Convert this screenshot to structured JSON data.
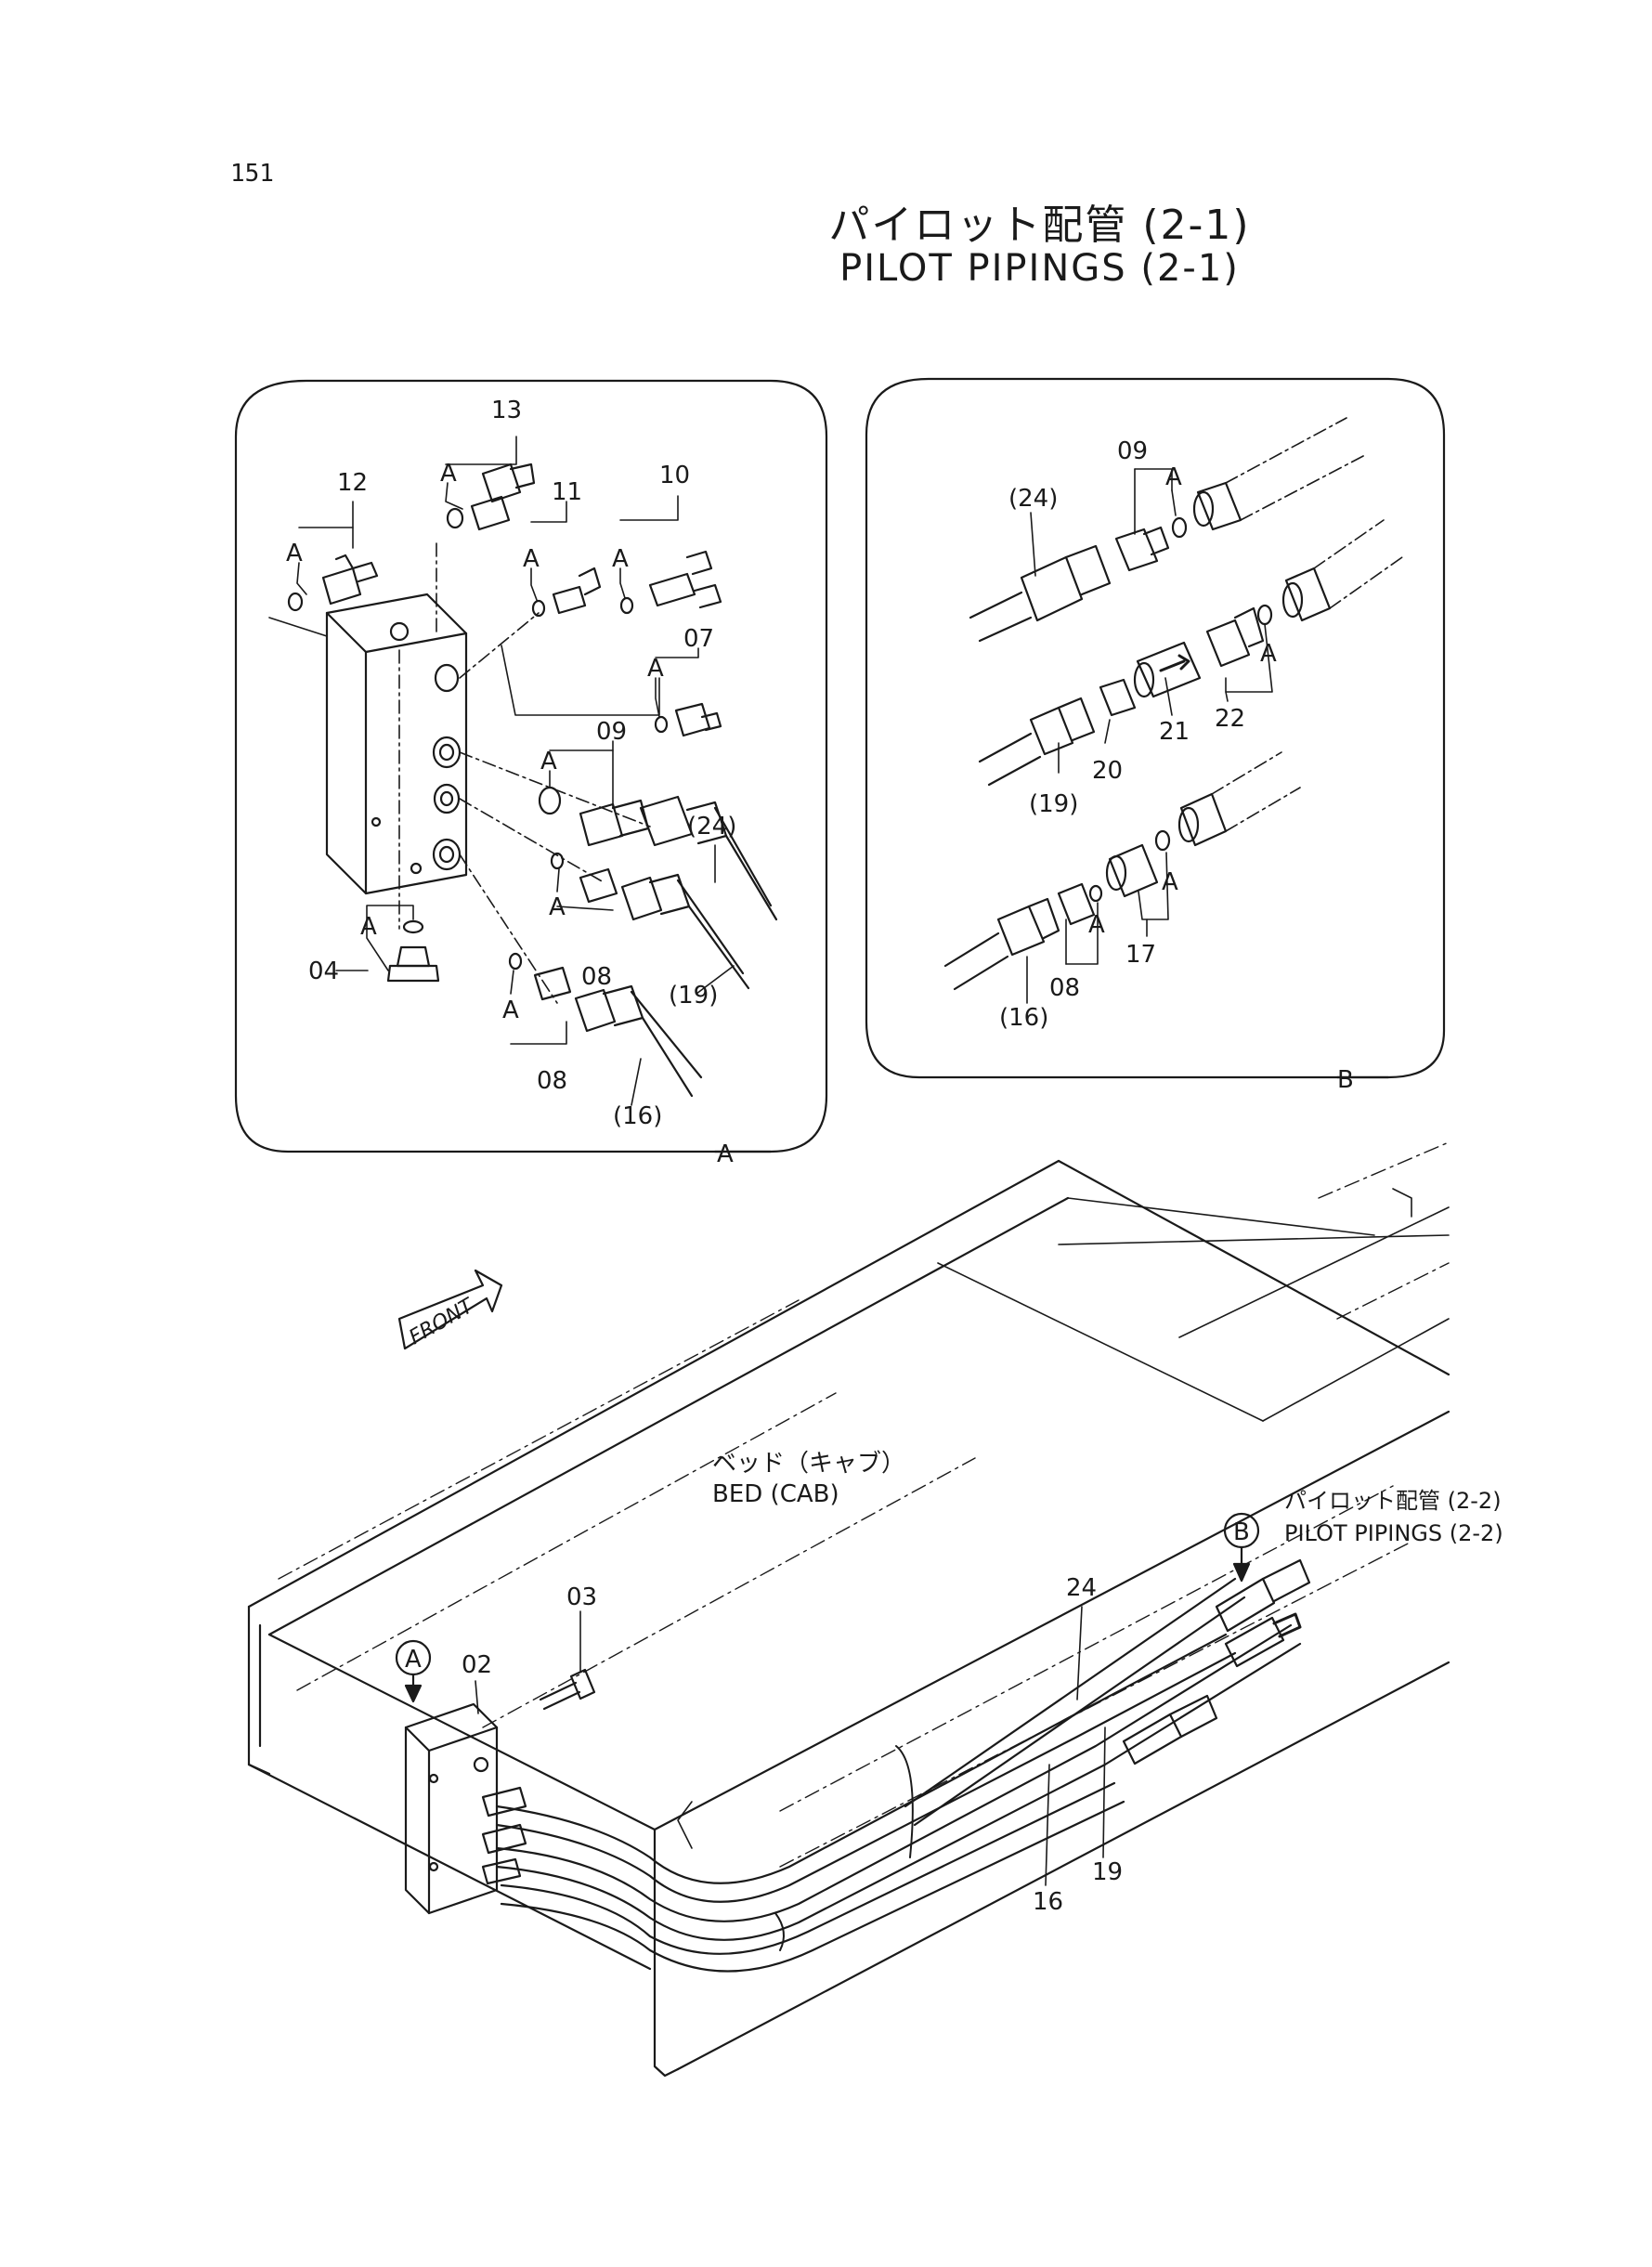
{
  "page_number": "151",
  "title_jp": "パイロット配管 (2-1)",
  "title_en": "PILOT PIPINGS (2-1)",
  "detail_a": {
    "corner_label": "A",
    "seal_label": "A",
    "labels": {
      "p13": "13",
      "p12": "12",
      "p11": "11",
      "p10": "10",
      "p07": "07",
      "p09": "09",
      "p24": "(24)",
      "p08a": "08",
      "p19": "(19)",
      "p04": "04",
      "p08b": "08",
      "p16": "(16)"
    }
  },
  "detail_b": {
    "corner_label": "B",
    "seal_label": "A",
    "labels": {
      "p24": "(24)",
      "p09": "09",
      "p21": "21",
      "p22": "22",
      "p20": "20",
      "p19": "(19)",
      "p16": "(16)",
      "p08": "08",
      "p17": "17"
    }
  },
  "main_view": {
    "front_label": "FRONT",
    "bed_jp": "ベッド（キャブ）",
    "bed_en": "BED (CAB)",
    "ref_jp": "パイロット配管 (2-2)",
    "ref_en": "PILOT PIPINGS (2-2)",
    "callout_a": "A",
    "callout_b": "B",
    "labels": {
      "p03": "03",
      "p02": "02",
      "p24": "24",
      "p19": "19",
      "p16": "16"
    }
  }
}
